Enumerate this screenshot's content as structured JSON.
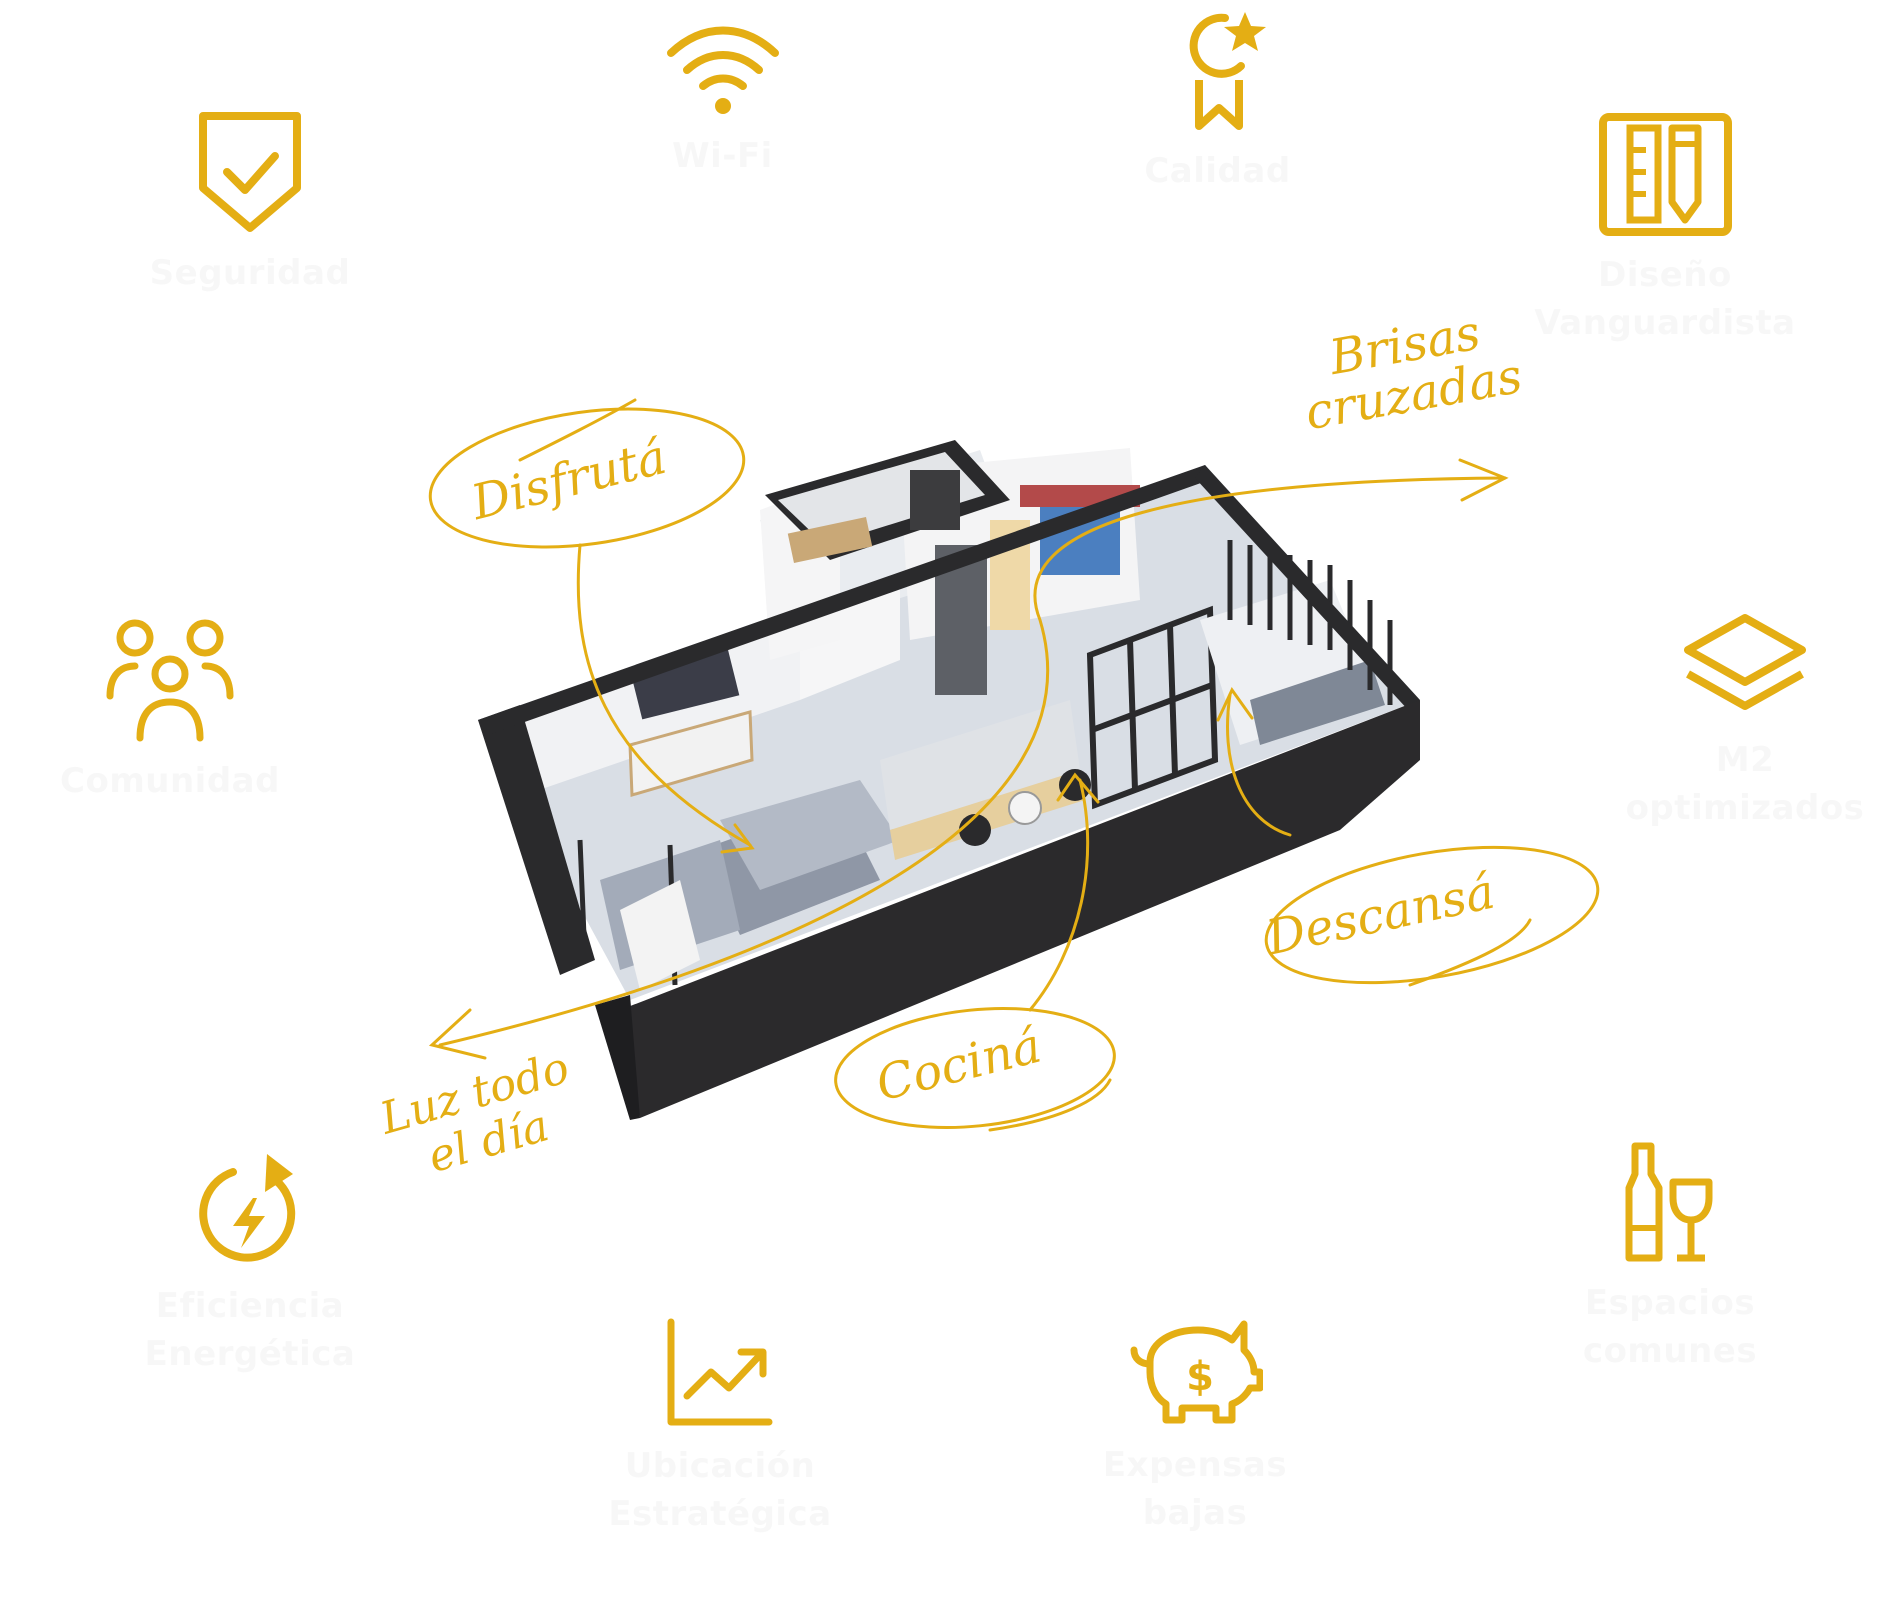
{
  "colors": {
    "accent": "#e4ae14",
    "wall": "#2a2a2c",
    "floor": "#d7dde4",
    "label": "#f7f7f7"
  },
  "features": [
    {
      "id": "seguridad",
      "icon": "shield-check-icon",
      "label": "Seguridad"
    },
    {
      "id": "wifi",
      "icon": "wifi-icon",
      "label": "Wi-Fi"
    },
    {
      "id": "calidad",
      "icon": "medal-star-icon",
      "label": "Calidad"
    },
    {
      "id": "diseno",
      "icon": "ruler-pencil-icon",
      "label": "Diseño\nVanguardista"
    },
    {
      "id": "comunidad",
      "icon": "people-group-icon",
      "label": "Comunidad"
    },
    {
      "id": "m2",
      "icon": "layers-icon",
      "label": "M2\noptimizados"
    },
    {
      "id": "eficiencia",
      "icon": "energy-cycle-icon",
      "label": "Eficiencia\nEnergética"
    },
    {
      "id": "espacios",
      "icon": "wine-bottle-glass-icon",
      "label": "Espacios\ncomunes"
    },
    {
      "id": "ubicacion",
      "icon": "chart-growth-icon",
      "label": "Ubicación\nEstratégica"
    },
    {
      "id": "expensas",
      "icon": "piggy-bank-icon",
      "label": "Expensas\nbajas"
    }
  ],
  "annotations": {
    "disfruta": "Disfrutá",
    "brisas": "Brisas\ncruzadas",
    "descansa": "Descansá",
    "cocina": "Cociná",
    "luz": "Luz todo\nel día"
  }
}
